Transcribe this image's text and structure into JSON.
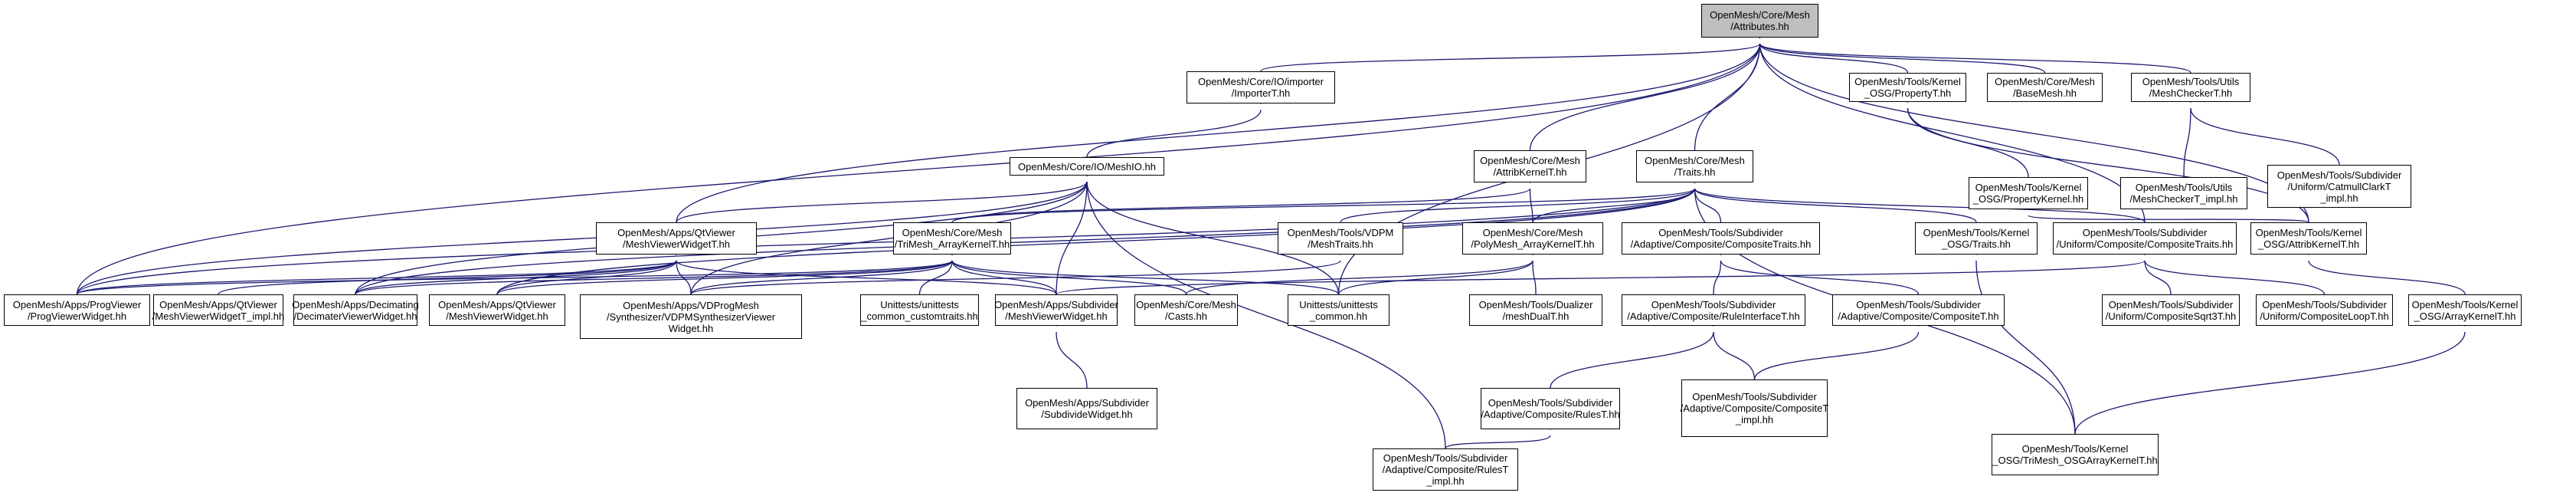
{
  "diagram": {
    "type": "include-dependency-graph",
    "root": "attributes",
    "nodes": [
      {
        "id": "attributes",
        "label": "OpenMesh/Core/Mesh\n/Attributes.hh",
        "root": true
      },
      {
        "id": "importerT",
        "label": "OpenMesh/Core/IO/importer\n/ImporterT.hh"
      },
      {
        "id": "propertyT",
        "label": "OpenMesh/Tools/Kernel\n_OSG/PropertyT.hh"
      },
      {
        "id": "basemesh",
        "label": "OpenMesh/Core/Mesh\n/BaseMesh.hh"
      },
      {
        "id": "meshcheckerT",
        "label": "OpenMesh/Tools/Utils\n/MeshCheckerT.hh"
      },
      {
        "id": "meshio",
        "label": "OpenMesh/Core/IO/MeshIO.hh"
      },
      {
        "id": "attribkernelT",
        "label": "OpenMesh/Core/Mesh\n/AttribKernelT.hh"
      },
      {
        "id": "traits",
        "label": "OpenMesh/Core/Mesh\n/Traits.hh"
      },
      {
        "id": "propertykernel",
        "label": "OpenMesh/Tools/Kernel\n_OSG/PropertyKernel.hh"
      },
      {
        "id": "meshcheckerT_impl",
        "label": "OpenMesh/Tools/Utils\n/MeshCheckerT_impl.hh"
      },
      {
        "id": "catmullclark_impl",
        "label": "OpenMesh/Tools/Subdivider\n/Uniform/CatmullClarkT\n_impl.hh"
      },
      {
        "id": "meshviewerwidgetT",
        "label": "OpenMesh/Apps/QtViewer\n/MeshViewerWidgetT.hh"
      },
      {
        "id": "trimesh_arraykernel",
        "label": "OpenMesh/Core/Mesh\n/TriMesh_ArrayKernelT.hh"
      },
      {
        "id": "vdpm_meshtraits",
        "label": "OpenMesh/Tools/VDPM\n/MeshTraits.hh"
      },
      {
        "id": "polymesh_arraykernel",
        "label": "OpenMesh/Core/Mesh\n/PolyMesh_ArrayKernelT.hh"
      },
      {
        "id": "adaptive_compositetraits",
        "label": "OpenMesh/Tools/Subdivider\n/Adaptive/Composite/CompositeTraits.hh"
      },
      {
        "id": "osg_traits",
        "label": "OpenMesh/Tools/Kernel\n_OSG/Traits.hh"
      },
      {
        "id": "uniform_compositetraits",
        "label": "OpenMesh/Tools/Subdivider\n/Uniform/Composite/CompositeTraits.hh"
      },
      {
        "id": "osg_attribkernelT",
        "label": "OpenMesh/Tools/Kernel\n_OSG/AttribKernelT.hh"
      },
      {
        "id": "progviewerwidget",
        "label": "OpenMesh/Apps/ProgViewer\n/ProgViewerWidget.hh"
      },
      {
        "id": "meshviewerwidgetT_impl",
        "label": "OpenMesh/Apps/QtViewer\n/MeshViewerWidgetT_impl.hh"
      },
      {
        "id": "decimaterviewerwidget",
        "label": "OpenMesh/Apps/Decimating\n/DecimaterViewerWidget.hh"
      },
      {
        "id": "qt_meshviewerwidget",
        "label": "OpenMesh/Apps/QtViewer\n/MeshViewerWidget.hh"
      },
      {
        "id": "vdpmsynth",
        "label": "OpenMesh/Apps/VDProgMesh\n/Synthesizer/VDPMSynthesizerViewer\nWidget.hh"
      },
      {
        "id": "ut_customtraits",
        "label": "Unittests/unittests\n_common_customtraits.hh"
      },
      {
        "id": "subdiv_meshviewerwidget",
        "label": "OpenMesh/Apps/Subdivider\n/MeshViewerWidget.hh"
      },
      {
        "id": "casts",
        "label": "OpenMesh/Core/Mesh\n/Casts.hh"
      },
      {
        "id": "ut_common",
        "label": "Unittests/unittests\n_common.hh"
      },
      {
        "id": "meshdualT",
        "label": "OpenMesh/Tools/Dualizer\n/meshDualT.hh"
      },
      {
        "id": "ruleinterfaceT",
        "label": "OpenMesh/Tools/Subdivider\n/Adaptive/Composite/RuleInterfaceT.hh"
      },
      {
        "id": "adaptive_compositeT",
        "label": "OpenMesh/Tools/Subdivider\n/Adaptive/Composite/CompositeT.hh"
      },
      {
        "id": "compositesqrt3T",
        "label": "OpenMesh/Tools/Subdivider\n/Uniform/CompositeSqrt3T.hh"
      },
      {
        "id": "compositeloopT",
        "label": "OpenMesh/Tools/Subdivider\n/Uniform/CompositeLoopT.hh"
      },
      {
        "id": "osg_arraykernelT",
        "label": "OpenMesh/Tools/Kernel\n_OSG/ArrayKernelT.hh"
      },
      {
        "id": "subdividewidget",
        "label": "OpenMesh/Apps/Subdivider\n/SubdivideWidget.hh"
      },
      {
        "id": "rulesT",
        "label": "OpenMesh/Tools/Subdivider\n/Adaptive/Composite/RulesT.hh"
      },
      {
        "id": "compositeT_impl",
        "label": "OpenMesh/Tools/Subdivider\n/Adaptive/Composite/CompositeT\n_impl.hh"
      },
      {
        "id": "trimesh_osgarraykernel",
        "label": "OpenMesh/Tools/Kernel\n_OSG/TriMesh_OSGArrayKernelT.hh"
      },
      {
        "id": "rulesT_impl",
        "label": "OpenMesh/Tools/Subdivider\n/Adaptive/Composite/RulesT\n_impl.hh"
      }
    ],
    "edges": [
      [
        "importerT",
        "attributes"
      ],
      [
        "propertyT",
        "attributes"
      ],
      [
        "basemesh",
        "attributes"
      ],
      [
        "meshcheckerT",
        "attributes"
      ],
      [
        "attribkernelT",
        "attributes"
      ],
      [
        "traits",
        "attributes"
      ],
      [
        "meshviewerwidgetT",
        "attributes"
      ],
      [
        "progviewerwidget",
        "attributes"
      ],
      [
        "osg_attribkernelT",
        "attributes"
      ],
      [
        "uniform_compositetraits",
        "attributes"
      ],
      [
        "ut_common",
        "attributes"
      ],
      [
        "meshio",
        "importerT"
      ],
      [
        "propertykernel",
        "propertyT"
      ],
      [
        "osg_attribkernelT",
        "propertyT"
      ],
      [
        "meshcheckerT_impl",
        "meshcheckerT"
      ],
      [
        "catmullclark_impl",
        "meshcheckerT"
      ],
      [
        "meshviewerwidgetT",
        "meshio"
      ],
      [
        "decimaterviewerwidget",
        "meshio"
      ],
      [
        "progviewerwidget",
        "meshio"
      ],
      [
        "vdpmsynth",
        "meshio"
      ],
      [
        "subdiv_meshviewerwidget",
        "meshio"
      ],
      [
        "ut_common",
        "meshio"
      ],
      [
        "rulesT_impl",
        "meshio"
      ],
      [
        "trimesh_arraykernel",
        "attribkernelT"
      ],
      [
        "polymesh_arraykernel",
        "attribkernelT"
      ],
      [
        "trimesh_arraykernel",
        "traits"
      ],
      [
        "vdpm_meshtraits",
        "traits"
      ],
      [
        "polymesh_arraykernel",
        "traits"
      ],
      [
        "adaptive_compositetraits",
        "traits"
      ],
      [
        "osg_traits",
        "traits"
      ],
      [
        "uniform_compositetraits",
        "traits"
      ],
      [
        "trimesh_osgarraykernel",
        "traits"
      ],
      [
        "decimaterviewerwidget",
        "traits"
      ],
      [
        "qt_meshviewerwidget",
        "traits"
      ],
      [
        "progviewerwidget",
        "traits"
      ],
      [
        "osg_attribkernelT",
        "propertykernel"
      ],
      [
        "meshviewerwidgetT_impl",
        "meshviewerwidgetT"
      ],
      [
        "decimaterviewerwidget",
        "meshviewerwidgetT"
      ],
      [
        "qt_meshviewerwidget",
        "meshviewerwidgetT"
      ],
      [
        "vdpmsynth",
        "meshviewerwidgetT"
      ],
      [
        "progviewerwidget",
        "meshviewerwidgetT"
      ],
      [
        "subdiv_meshviewerwidget",
        "meshviewerwidgetT"
      ],
      [
        "progviewerwidget",
        "trimesh_arraykernel"
      ],
      [
        "decimaterviewerwidget",
        "trimesh_arraykernel"
      ],
      [
        "qt_meshviewerwidget",
        "trimesh_arraykernel"
      ],
      [
        "vdpmsynth",
        "trimesh_arraykernel"
      ],
      [
        "ut_customtraits",
        "trimesh_arraykernel"
      ],
      [
        "subdiv_meshviewerwidget",
        "trimesh_arraykernel"
      ],
      [
        "casts",
        "trimesh_arraykernel"
      ],
      [
        "ut_common",
        "trimesh_arraykernel"
      ],
      [
        "vdpmsynth",
        "vdpm_meshtraits"
      ],
      [
        "casts",
        "polymesh_arraykernel"
      ],
      [
        "ut_common",
        "polymesh_arraykernel"
      ],
      [
        "meshdualT",
        "polymesh_arraykernel"
      ],
      [
        "ruleinterfaceT",
        "adaptive_compositetraits"
      ],
      [
        "adaptive_compositeT",
        "adaptive_compositetraits"
      ],
      [
        "trimesh_osgarraykernel",
        "osg_traits"
      ],
      [
        "subdiv_meshviewerwidget",
        "uniform_compositetraits"
      ],
      [
        "compositesqrt3T",
        "uniform_compositetraits"
      ],
      [
        "compositeloopT",
        "uniform_compositetraits"
      ],
      [
        "osg_arraykernelT",
        "osg_attribkernelT"
      ],
      [
        "subdividewidget",
        "subdiv_meshviewerwidget"
      ],
      [
        "rulesT",
        "ruleinterfaceT"
      ],
      [
        "compositeT_impl",
        "ruleinterfaceT"
      ],
      [
        "compositeT_impl",
        "adaptive_compositeT"
      ],
      [
        "trimesh_osgarraykernel",
        "osg_arraykernelT"
      ],
      [
        "rulesT_impl",
        "rulesT"
      ]
    ]
  }
}
